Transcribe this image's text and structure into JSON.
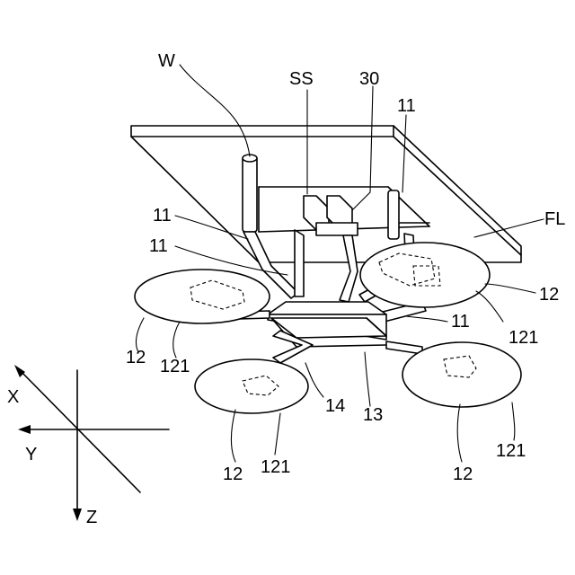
{
  "labels": {
    "W": "W",
    "SS": "SS",
    "n30": "30",
    "n11_top_right": "11",
    "n11_left_upper": "11",
    "n11_left_lower": "11",
    "n11_right": "11",
    "FL": "FL",
    "n12_right_upper": "12",
    "n121_right_upper": "121",
    "n12_left": "12",
    "n121_left": "121",
    "n14": "14",
    "n13": "13",
    "n12_bottom_left": "12",
    "n121_bottom_left": "121",
    "n121_bottom_right": "121",
    "n12_bottom_right": "12",
    "axis_x": "X",
    "axis_y": "Y",
    "axis_z": "Z"
  }
}
